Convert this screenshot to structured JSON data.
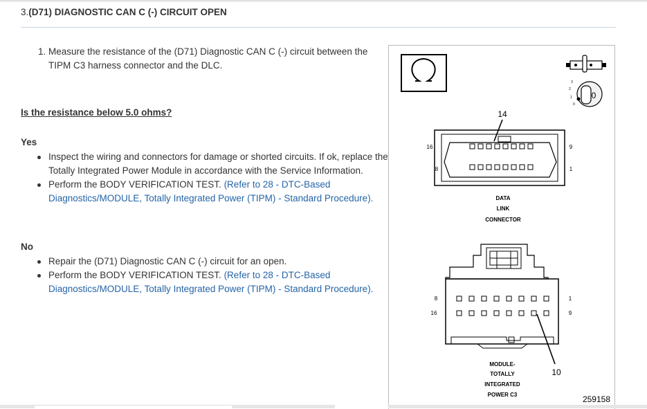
{
  "step": {
    "number": "3.",
    "title": "(D71) DIAGNOSTIC CAN C (-) CIRCUIT OPEN"
  },
  "instruction": {
    "number": "1.",
    "text": "Measure the resistance of the (D71) Diagnostic CAN C (-) circuit between the TIPM C3 harness connector and the DLC."
  },
  "question": "Is the resistance below 5.0 ohms?",
  "yes": {
    "heading": "Yes",
    "items": [
      {
        "text": "Inspect the wiring and connectors for damage or shorted circuits. If ok, replace the Totally Integrated Power Module in accordance with the Service Information."
      },
      {
        "text": "Perform the BODY VERIFICATION TEST. ",
        "link": "(Refer to 28 - DTC-Based Diagnostics/MODULE, Totally Integrated Power (TIPM) - Standard Procedure)."
      }
    ]
  },
  "no": {
    "heading": "No",
    "items": [
      {
        "text": "Repair the (D71) Diagnostic CAN C (-) circuit for an open."
      },
      {
        "text": "Perform the BODY VERIFICATION TEST. ",
        "link": "(Refer to 28 - DTC-Based Diagnostics/MODULE, Totally Integrated Power (TIPM) - Standard Procedure)."
      }
    ]
  },
  "figure": {
    "ohm_symbol": "Ω",
    "key_position": "0",
    "dlc": {
      "callout": "14",
      "pin_top_left": "16",
      "pin_top_right": "9",
      "pin_bottom_left": "8",
      "pin_bottom_right": "1",
      "label_line1": "DATA",
      "label_line2": "LINK",
      "label_line3": "CONNECTOR"
    },
    "tipm": {
      "callout": "10",
      "pin_top_left": "8",
      "pin_top_right": "1",
      "pin_bottom_left": "16",
      "pin_bottom_right": "9",
      "label_line1": "MODULE-",
      "label_line2": "TOTALLY",
      "label_line3": "INTEGRATED",
      "label_line4": "POWER C3"
    },
    "figure_id": "259158"
  },
  "colors": {
    "link": "#2464a8",
    "text": "#333333",
    "rule": "#c9d7e3"
  }
}
